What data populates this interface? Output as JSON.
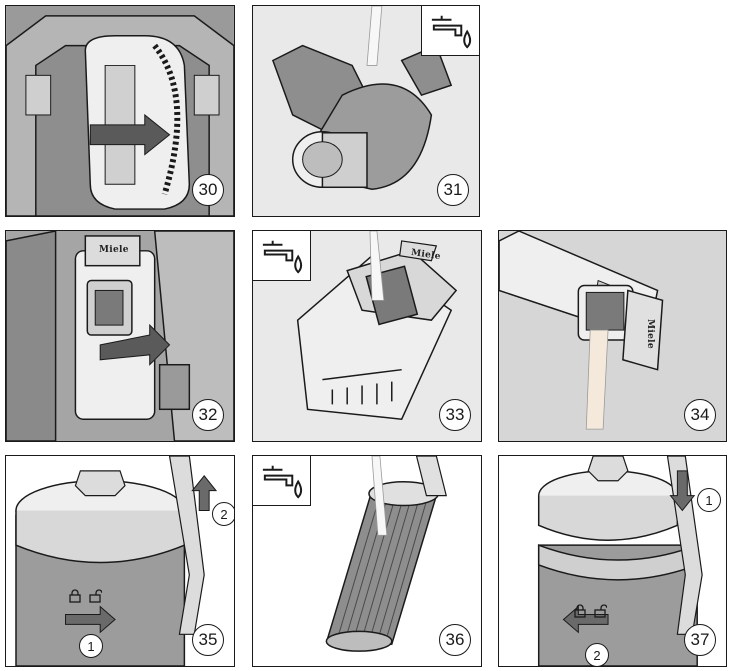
{
  "panels": [
    {
      "number": "30",
      "tap_icon": false
    },
    {
      "number": "31",
      "tap_icon": true,
      "tap_icon_name": "tap-water-icon"
    },
    {
      "number": "32",
      "tap_icon": false,
      "brand_label": "Miele"
    },
    {
      "number": "33",
      "tap_icon": true,
      "tap_icon_name": "tap-water-icon",
      "brand_label": "Miele"
    },
    {
      "number": "34",
      "tap_icon": false,
      "brand_label": "Miele"
    },
    {
      "number": "35",
      "tap_icon": false,
      "step_labels": [
        "1",
        "2"
      ],
      "icons": [
        "lock-icon",
        "unlock-icon"
      ]
    },
    {
      "number": "36",
      "tap_icon": true,
      "tap_icon_name": "tap-water-icon"
    },
    {
      "number": "37",
      "tap_icon": false,
      "step_labels": [
        "1",
        "2"
      ],
      "icons": [
        "lock-icon",
        "unlock-icon"
      ]
    }
  ],
  "colors": {
    "outline": "#1a1a1a",
    "panel_bg": "#d9d9d9",
    "device_light": "#efefef",
    "device_mid": "#bdbdbd",
    "device_dark": "#8a8a8a",
    "arrow": "#5a5a5a"
  }
}
